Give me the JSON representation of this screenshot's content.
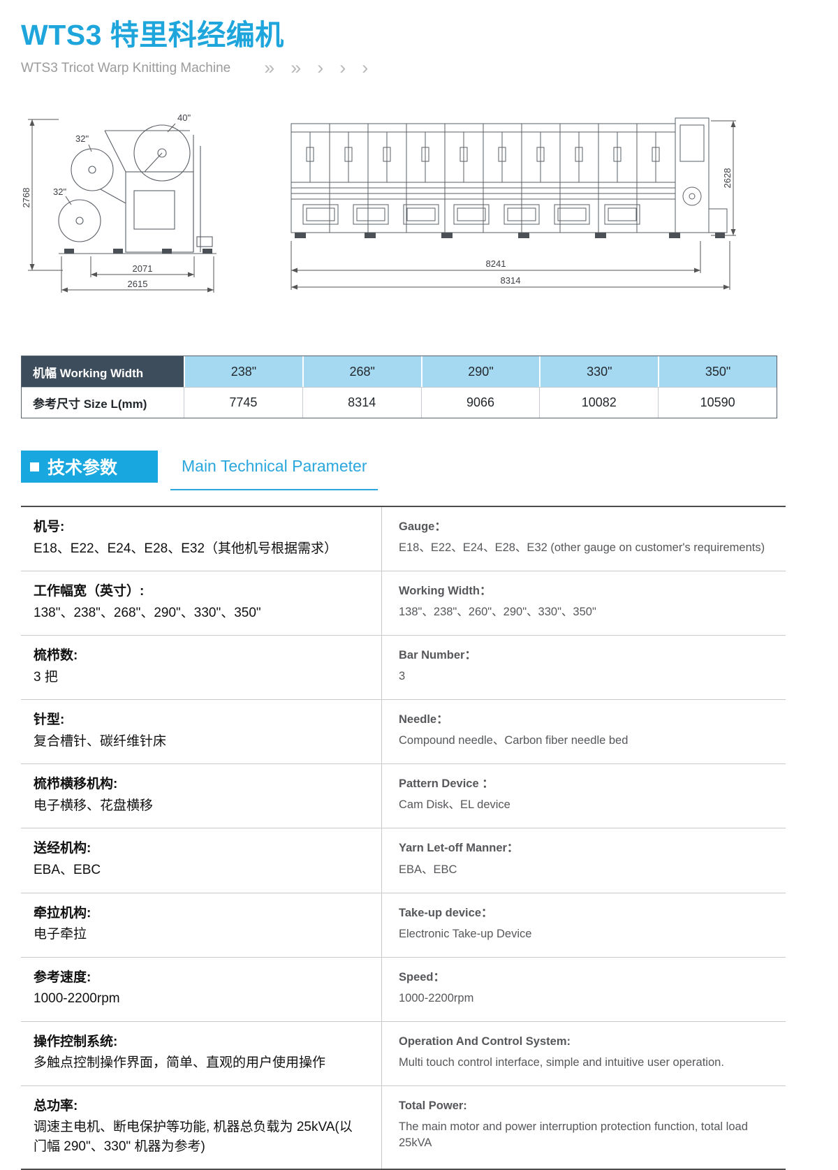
{
  "page": {
    "title": "WTS3 特里科经编机",
    "subtitle": "WTS3 Tricot Warp Knitting Machine",
    "chevrons": [
      "››",
      "››",
      "›",
      "›",
      "›"
    ]
  },
  "colors": {
    "accent_cyan": "#1ea6dc",
    "section_blue": "#18a8df",
    "table_header_dark": "#3e4d5b",
    "table_header_light_blue": "#a5d9f1",
    "text_gray": "#55575a"
  },
  "drawings": {
    "side_view": {
      "height_dim": "2768",
      "width_dim_inner": "2071",
      "width_dim_outer": "2615",
      "beam_top_label": "40\"",
      "beam_upper_label": "32\"",
      "beam_lower_label": "32\""
    },
    "front_view": {
      "height_dim": "2628",
      "width_dim_inner": "8241",
      "width_dim_outer": "8314"
    }
  },
  "width_table": {
    "row1_label": "机幅 Working Width",
    "row2_label": "参考尺寸 Size L(mm)",
    "columns": [
      "238\"",
      "268\"",
      "290\"",
      "330\"",
      "350\""
    ],
    "sizes": [
      "7745",
      "8314",
      "9066",
      "10082",
      "10590"
    ]
  },
  "section_header": {
    "title_cn": "技术参数",
    "title_en": "Main Technical Parameter"
  },
  "specs": [
    {
      "cn_label": "机号:",
      "cn_value": "E18、E22、E24、E28、E32（其他机号根据需求）",
      "en_label": "Gauge：",
      "en_value": "E18、E22、E24、E28、E32 (other gauge on customer's requirements)"
    },
    {
      "cn_label": "工作幅宽（英寸）:",
      "cn_value": "138\"、238\"、268\"、290\"、330\"、350\"",
      "en_label": "Working Width：",
      "en_value": "138\"、238\"、260\"、290\"、330\"、350\""
    },
    {
      "cn_label": "梳栉数:",
      "cn_value": "3 把",
      "en_label": "Bar Number：",
      "en_value": "3"
    },
    {
      "cn_label": "针型:",
      "cn_value": "复合槽针、碳纤维针床",
      "en_label": "Needle：",
      "en_value": "Compound needle、Carbon fiber needle bed"
    },
    {
      "cn_label": "梳栉横移机构:",
      "cn_value": "电子横移、花盘横移",
      "en_label": "Pattern Device ：",
      "en_value": "Cam Disk、EL device"
    },
    {
      "cn_label": "送经机构:",
      "cn_value": "EBA、EBC",
      "en_label": "Yarn Let-off Manner：",
      "en_value": "EBA、EBC"
    },
    {
      "cn_label": "牵拉机构:",
      "cn_value": "电子牵拉",
      "en_label": "Take-up device：",
      "en_value": "Electronic Take-up Device"
    },
    {
      "cn_label": "参考速度:",
      "cn_value": "1000-2200rpm",
      "en_label": "Speed：",
      "en_value": "1000-2200rpm"
    },
    {
      "cn_label": "操作控制系统:",
      "cn_value": "多触点控制操作界面，简单、直观的用户使用操作",
      "en_label": "Operation And Control System:",
      "en_value": "Multi touch control interface, simple and intuitive user operation."
    },
    {
      "cn_label": "总功率:",
      "cn_value": "调速主电机、断电保护等功能, 机器总负载为 25kVA(以门幅 290\"、330\" 机器为参考)",
      "en_label": "Total Power:",
      "en_value": "The main motor and power interruption protection function,  total load 25kVA"
    }
  ]
}
